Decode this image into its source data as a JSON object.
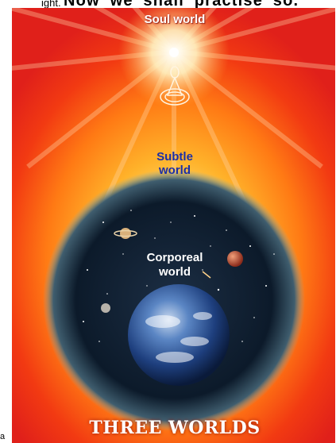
{
  "header_text": {
    "fragment": "ight.",
    "line": "Now we shall practise so."
  },
  "left_fragment": "a",
  "poster": {
    "soul_world_label": "Soul world",
    "subtle_world_label": "Subtle world",
    "corporeal_world_label": "Corporeal world",
    "title": "THREE WORLDS"
  },
  "colors": {
    "outer_red": "#e0201a",
    "orange": "#ff7a14",
    "yellow_glow": "#ffe27a",
    "space": "#0c1a2a",
    "subtle_text": "#1b2fa8"
  }
}
